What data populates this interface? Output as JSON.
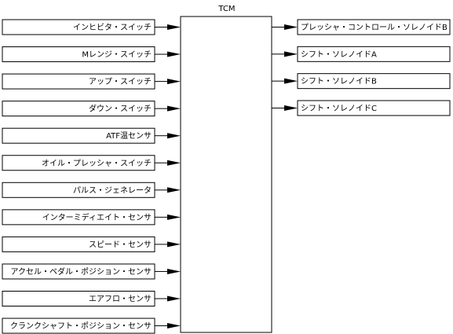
{
  "tcm": {
    "label": "TCM"
  },
  "inputs": [
    {
      "label": "インヒビタ・スイッチ"
    },
    {
      "label": "Mレンジ・スイッチ"
    },
    {
      "label": "アップ・スイッチ"
    },
    {
      "label": "ダウン・スイッチ"
    },
    {
      "label": "ATF温センサ"
    },
    {
      "label": "オイル・プレッシャ・スイッチ"
    },
    {
      "label": "パルス・ジェネレータ"
    },
    {
      "label": "インターミディエイト・センサ"
    },
    {
      "label": "スピード・センサ"
    },
    {
      "label": "アクセル・ペダル・ポジション・センサ"
    },
    {
      "label": "エアフロ・センサ"
    },
    {
      "label": "クランクシャフト・ポジション・センサ"
    }
  ],
  "outputs": [
    {
      "label": "プレッシャ・コントロール・ソレノイドB"
    },
    {
      "label": "シフト・ソレノイドA"
    },
    {
      "label": "シフト・ソレノイドB"
    },
    {
      "label": "シフト・ソレノイドC"
    }
  ]
}
